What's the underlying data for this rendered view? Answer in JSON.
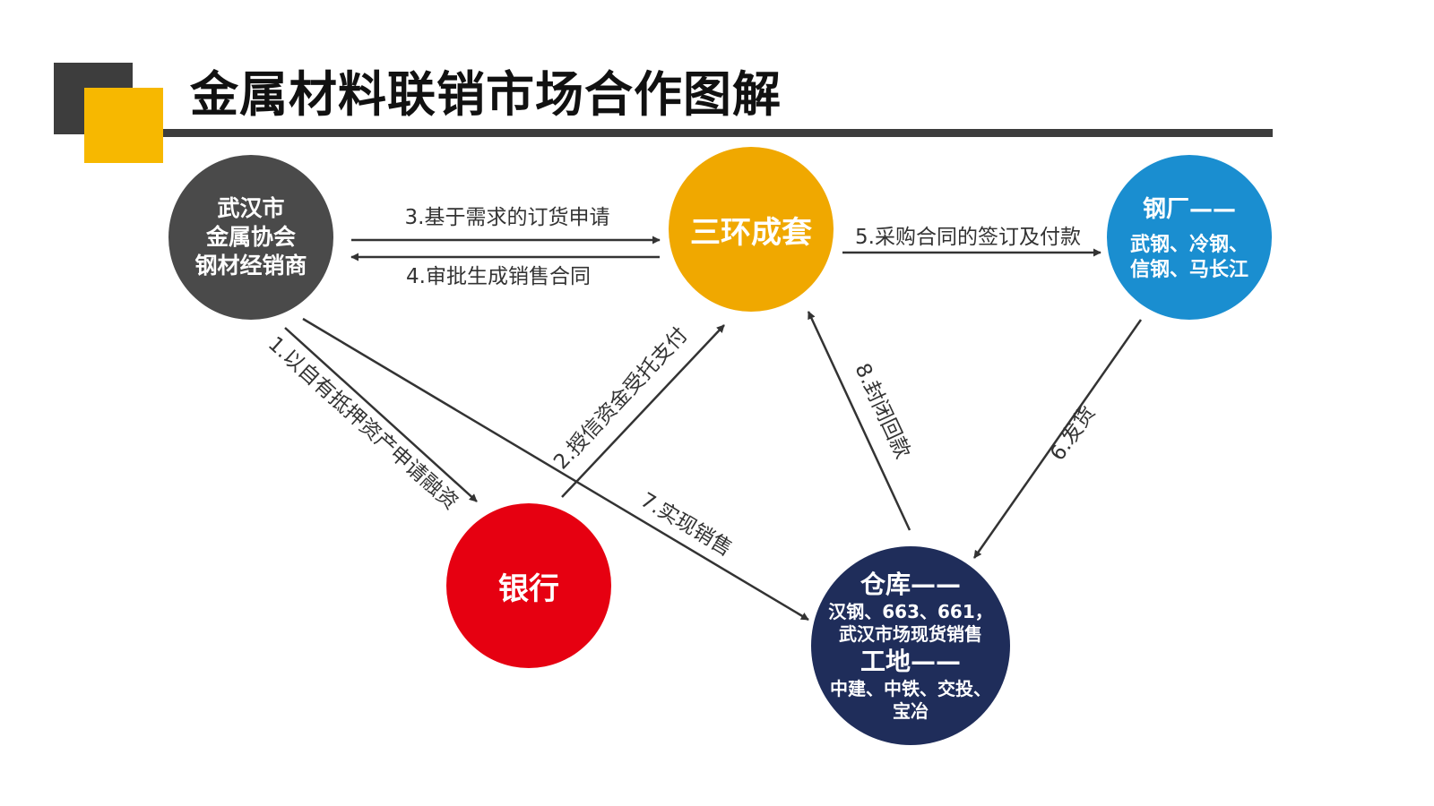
{
  "title": "金属材料联销市场合作图解",
  "nodes": {
    "association": {
      "lines": [
        "武汉市",
        "金属协会",
        "钢材经销商"
      ],
      "color": "#4a4a4a"
    },
    "sanhuan": {
      "label": "三环成套",
      "color": "#f0a800"
    },
    "steel_mill": {
      "heading": "钢厂——",
      "lines": [
        "武钢、冷钢、",
        "信钢、马长江"
      ],
      "color": "#1a8ed0"
    },
    "bank": {
      "label": "银行",
      "color": "#e60011"
    },
    "warehouse": {
      "heading1": "仓库——",
      "lines1": [
        "汉钢、663、661，",
        "武汉市场现货销售"
      ],
      "heading2": "工地——",
      "lines2": [
        "中建、中铁、交投、",
        "宝冶"
      ],
      "color": "#1f2d5a"
    }
  },
  "edges": {
    "e1": "1.以自有抵押资产申请融资",
    "e2": "2.授信资金受托支付",
    "e3": "3.基于需求的订货申请",
    "e4": "4.审批生成销售合同",
    "e5": "5.采购合同的签订及付款",
    "e6": "6.发货",
    "e7": "7.实现销售",
    "e8": "8.封闭回款"
  },
  "accent_colors": {
    "yellow": "#f7b800",
    "dark": "#3d3d3d"
  }
}
